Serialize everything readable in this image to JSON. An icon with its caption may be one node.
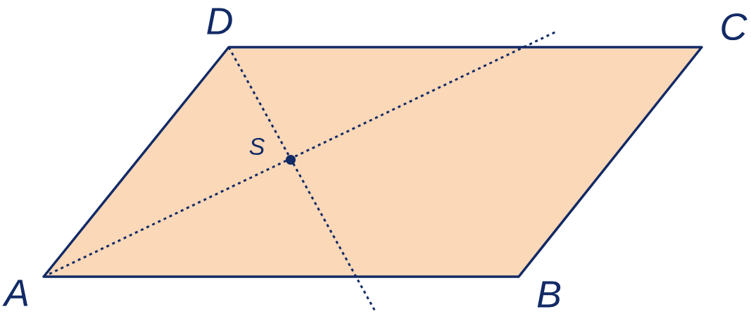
{
  "diagram": {
    "labels": [
      "D",
      "C",
      "S",
      "A",
      "B"
    ]
  }
}
